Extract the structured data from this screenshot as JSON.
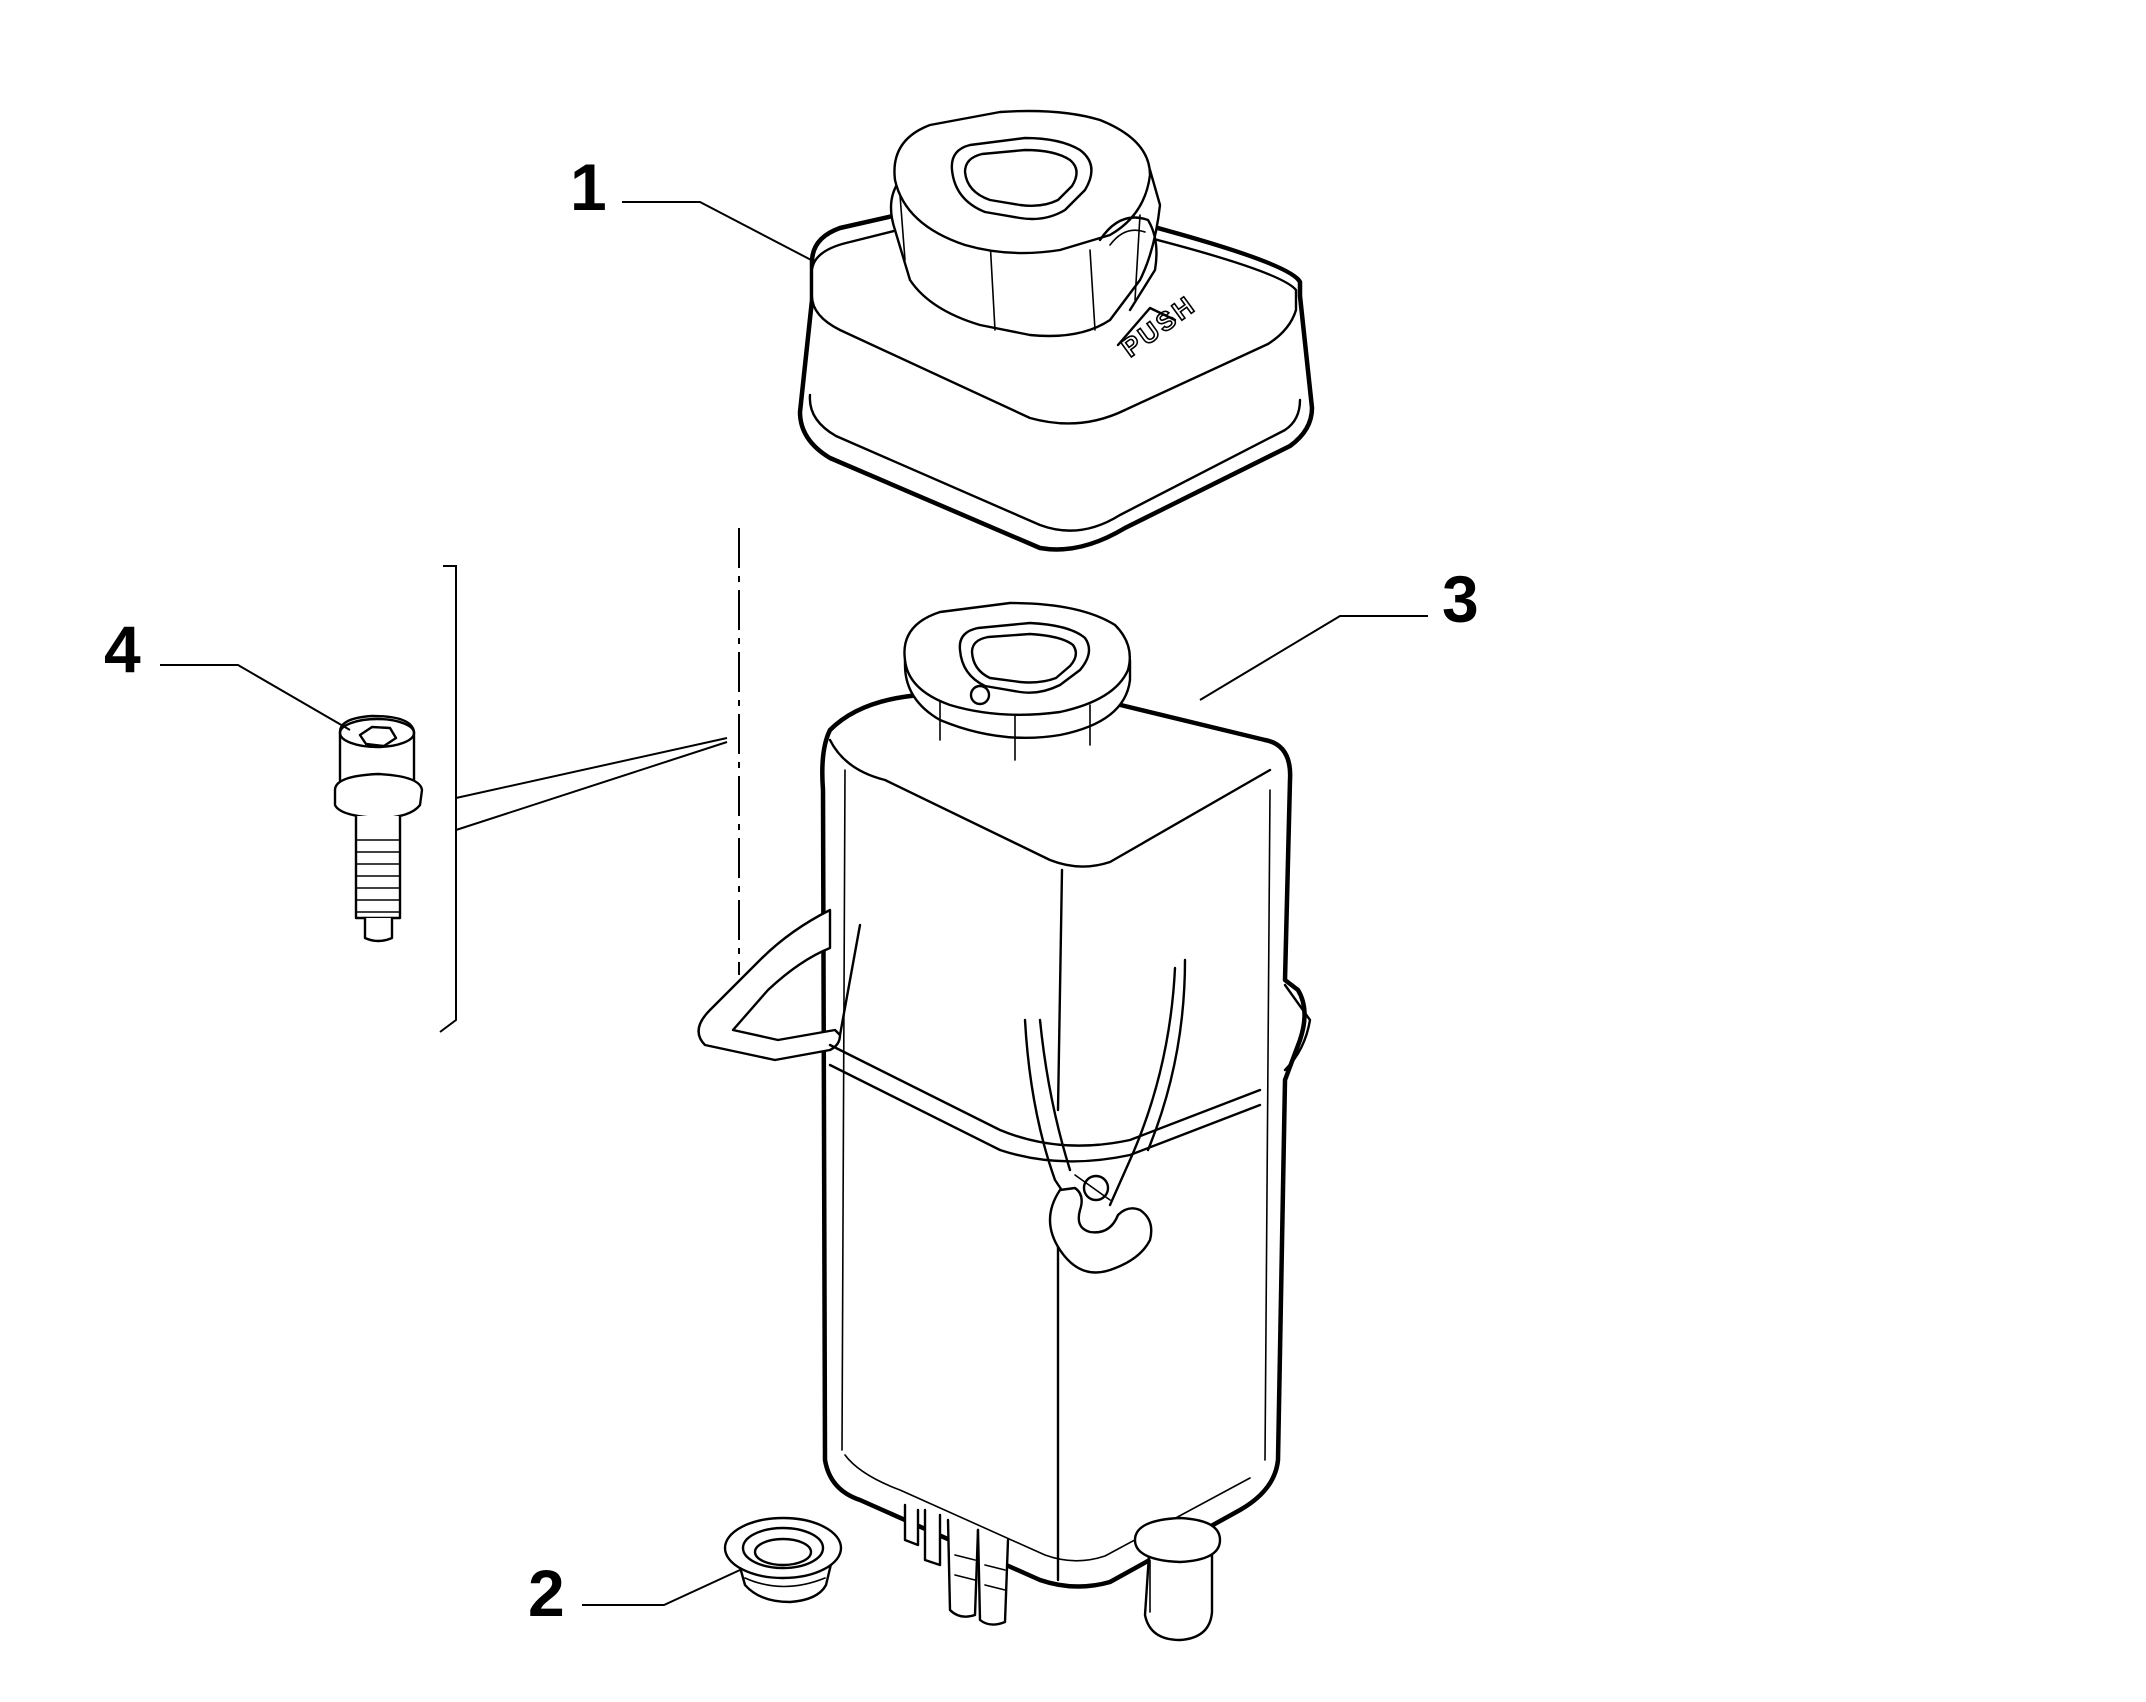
{
  "diagram": {
    "callouts": [
      {
        "id": "1",
        "label": "1"
      },
      {
        "id": "2",
        "label": "2"
      },
      {
        "id": "3",
        "label": "3"
      },
      {
        "id": "4",
        "label": "4"
      }
    ],
    "cap_embossed_text": "PUSH",
    "line_color": "#000000",
    "background_color": "#ffffff"
  }
}
